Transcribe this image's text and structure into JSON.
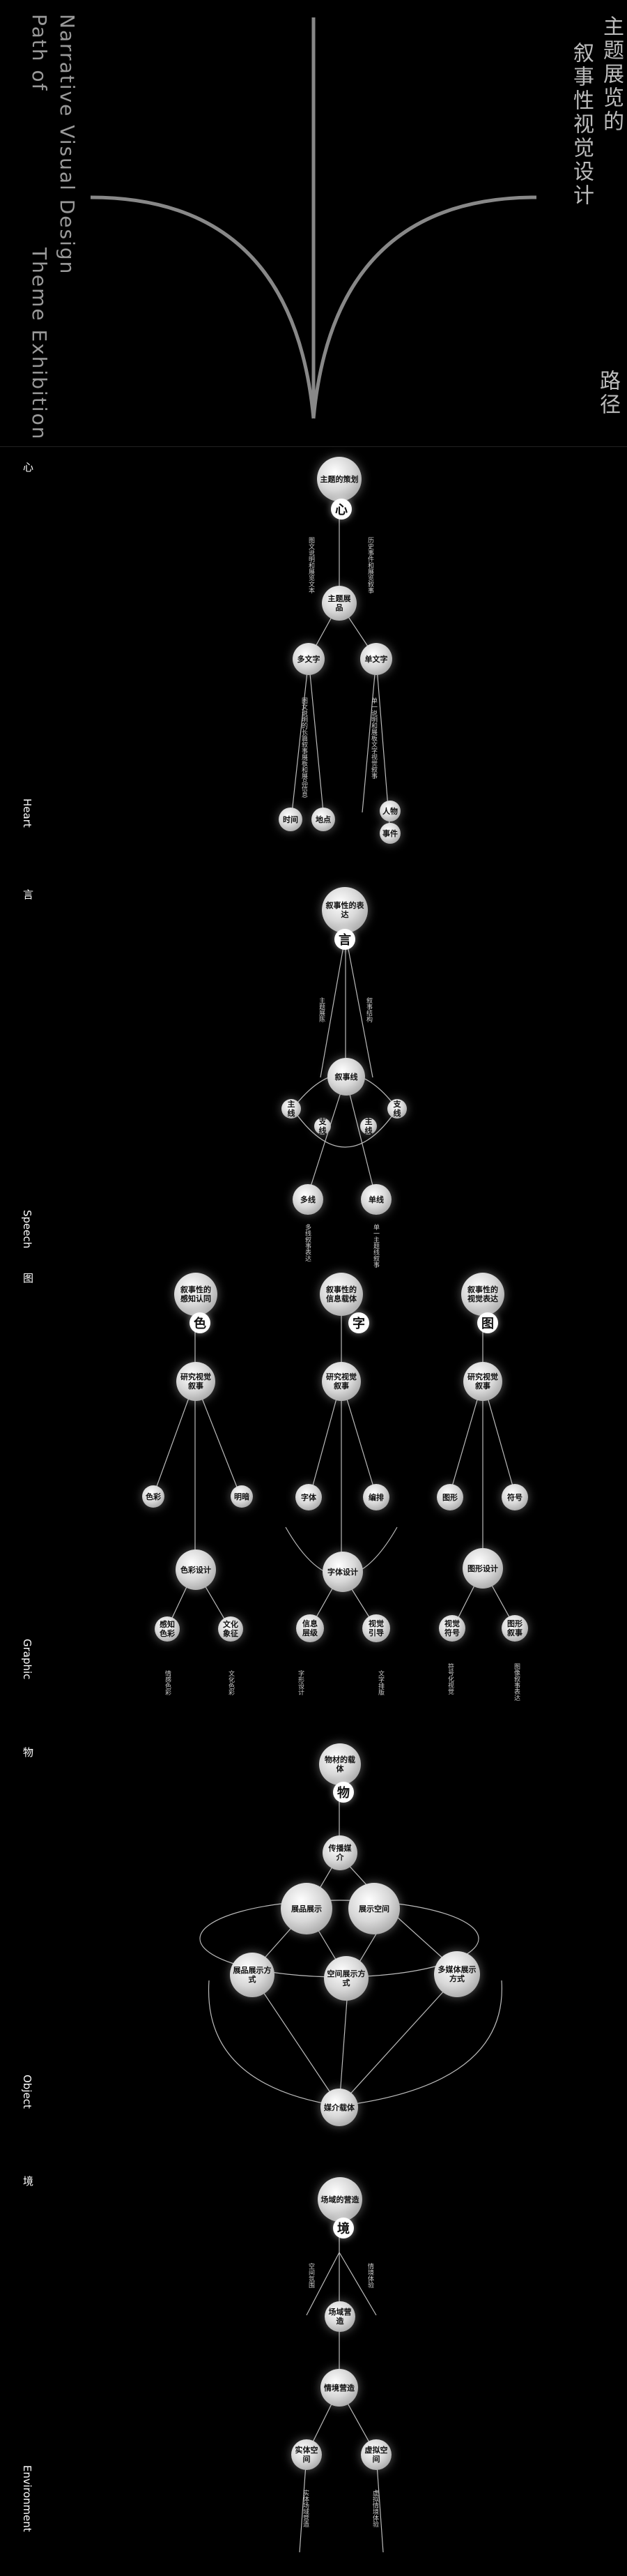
{
  "header": {
    "title_cn_line1": "主题展览的",
    "title_cn_line2": "叙事性视觉设计",
    "title_cn_line3": "路径",
    "title_en_line1": "Narrative Visual Design",
    "title_en_line2": "Path of",
    "title_en_line3": "Theme Exhibition"
  },
  "sections": [
    {
      "key": "heart",
      "cn": "心",
      "en": "Heart"
    },
    {
      "key": "speech",
      "cn": "言",
      "en": "Speech"
    },
    {
      "key": "graphic",
      "cn": "图",
      "en": "Graphic"
    },
    {
      "key": "object",
      "cn": "物",
      "en": "Object"
    },
    {
      "key": "environment",
      "cn": "境",
      "en": "Environment"
    }
  ],
  "heart": {
    "top": "主题的策划",
    "glyph": "心",
    "left_note": "图文说明和展览文本",
    "right_note": "历史事件和展览叙事",
    "mid": "主题展品",
    "a": "多文字",
    "b": "单文字",
    "a_note": "图文说明的长篇叙事展板和展品信息",
    "b_note": "单一说明和展板文字视觉叙事",
    "leaves": [
      "时间",
      "地点",
      "人物",
      "事件"
    ]
  },
  "speech": {
    "top": "叙事性的表达",
    "glyph": "言",
    "left_note": "主题展陈",
    "right_note": "叙事结构",
    "hub": "叙事线",
    "sides": [
      "主线",
      "支线",
      "主线",
      "支线"
    ],
    "a": "多线",
    "b": "单线",
    "a_note": "多线叙事表达",
    "b_note": "单一主题线叙事"
  },
  "graphic": {
    "cols": [
      {
        "top": "叙事性的感知认同",
        "glyph": "色",
        "mid": "研究视觉叙事",
        "sides": [
          "色彩",
          "明暗"
        ],
        "hub": "色彩设计",
        "leaves": [
          "感知色彩",
          "文化象征"
        ],
        "notes": [
          "情感色彩",
          "文化色彩"
        ]
      },
      {
        "top": "叙事性的信息载体",
        "glyph": "字",
        "mid": "研究视觉叙事",
        "sides": [
          "字体",
          "编排"
        ],
        "hub": "字体设计",
        "leaves": [
          "信息层级",
          "视觉引导"
        ],
        "notes": [
          "字形设计",
          "文字排版"
        ]
      },
      {
        "top": "叙事性的视觉表达",
        "glyph": "图",
        "mid": "研究视觉叙事",
        "sides": [
          "图形",
          "符号"
        ],
        "hub": "图形设计",
        "leaves": [
          "视觉符号",
          "图形叙事"
        ],
        "notes": [
          "符号化视觉",
          "图像叙事表达"
        ]
      }
    ]
  },
  "object": {
    "top": "物材的载体",
    "glyph": "物",
    "mid": "传播媒介",
    "left": "展品展示",
    "right": "展示空间",
    "subs": [
      "展品展示方式",
      "空间展示方式",
      "多媒体展示方式"
    ],
    "hub": "媒介载体"
  },
  "environment": {
    "top": "场域的营造",
    "glyph": "境",
    "mid": "场域营造",
    "left_note": "空间氛围",
    "right_note": "情境体验",
    "hub": "情境营造",
    "a": "实体空间",
    "b": "虚拟空间",
    "a_note": "实体场域营造",
    "b_note": "虚拟情境体验"
  }
}
